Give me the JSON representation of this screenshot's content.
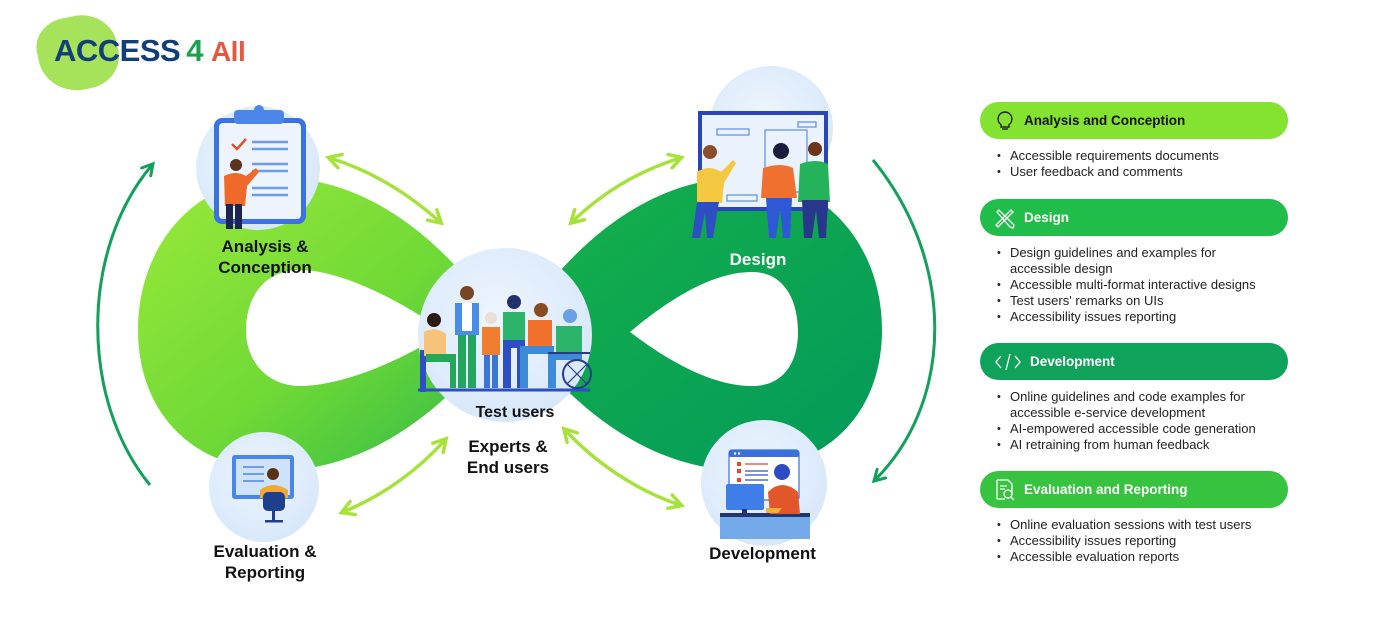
{
  "logo": {
    "part1": "ACCESS",
    "part2": "4",
    "part3": "All"
  },
  "colors": {
    "lime": "#84e230",
    "green": "#21bd4a",
    "dark_green": "#0fa25a",
    "navy": "#123f7a",
    "orange": "#e5583f",
    "light_blue_circle": "#dcebfb"
  },
  "diagram": {
    "stages": [
      {
        "id": "analysis",
        "label_line1": "Analysis &",
        "label_line2": "Conception",
        "icon": "clipboard-icon"
      },
      {
        "id": "design",
        "label_line1": "Design",
        "label_line2": "",
        "icon": "whiteboard-team-icon"
      },
      {
        "id": "development",
        "label_line1": "Development",
        "label_line2": "",
        "icon": "developer-computer-icon"
      },
      {
        "id": "evaluation",
        "label_line1": "Evaluation &",
        "label_line2": "Reporting",
        "icon": "evaluator-screen-icon"
      }
    ],
    "center": {
      "label": "Test users",
      "sublabel_line1": "Experts &",
      "sublabel_line2": "End users",
      "icon": "diverse-users-group-icon"
    }
  },
  "legend": [
    {
      "title": "Analysis and Conception",
      "icon": "lightbulb-icon",
      "items": [
        "Accessible requirements documents",
        "User feedback and comments"
      ]
    },
    {
      "title": "Design",
      "icon": "pencil-ruler-icon",
      "items": [
        "Design guidelines and examples for accessible design",
        "Accessible multi-format interactive designs",
        "Test users' remarks on UIs",
        "Accessibility issues reporting"
      ]
    },
    {
      "title": "Development",
      "icon": "code-icon",
      "items": [
        "Online guidelines and code examples for accessible e-service development",
        "AI-empowered accessible code generation",
        "AI retraining from human feedback"
      ]
    },
    {
      "title": "Evaluation and Reporting",
      "icon": "document-search-icon",
      "items": [
        "Online evaluation sessions with test users",
        "Accessibility issues reporting",
        "Accessible evaluation reports"
      ]
    }
  ]
}
